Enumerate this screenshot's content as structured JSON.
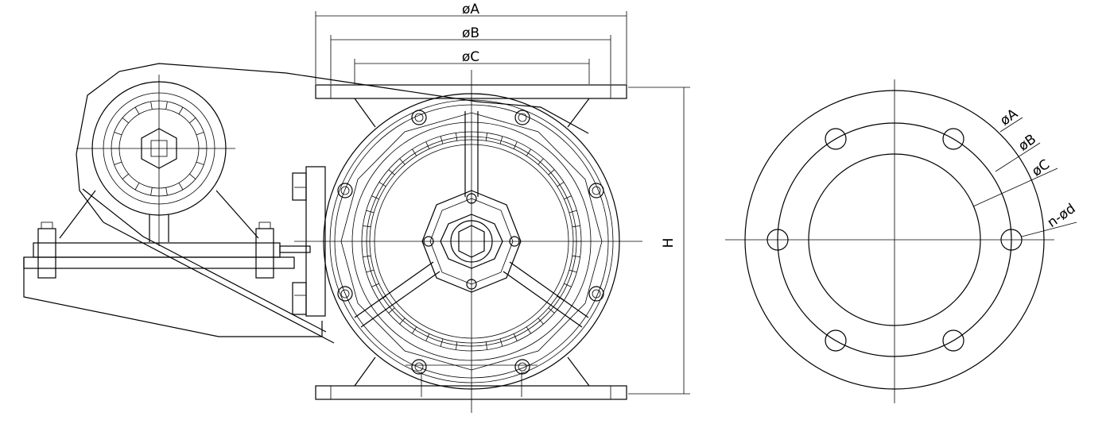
{
  "dimensions": {
    "outer_diameter": "øA",
    "bolt_circle": "øB",
    "inner_diameter": "øC",
    "height": "H",
    "bolt_holes": "n-ød"
  },
  "colors": {
    "lines": "#000000",
    "background": "#ffffff"
  }
}
